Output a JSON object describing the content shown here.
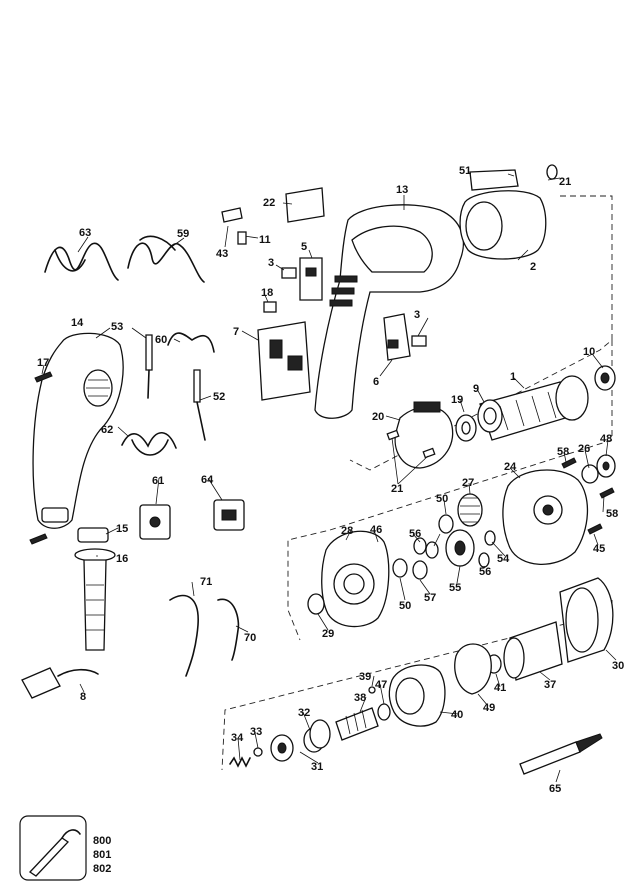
{
  "diagram": {
    "part_labels": [
      "1",
      "2",
      "3",
      "3",
      "5",
      "6",
      "7",
      "8",
      "9",
      "10",
      "11",
      "13",
      "14",
      "15",
      "16",
      "17",
      "18",
      "19",
      "20",
      "21",
      "21",
      "22",
      "24",
      "26",
      "27",
      "28",
      "29",
      "30",
      "31",
      "32",
      "33",
      "34",
      "37",
      "38",
      "39",
      "40",
      "41",
      "43",
      "45",
      "46",
      "47",
      "48",
      "49",
      "50",
      "50",
      "51",
      "52",
      "53",
      "54",
      "55",
      "56",
      "56",
      "57",
      "58",
      "58",
      "59",
      "60",
      "61",
      "62",
      "63",
      "64",
      "65",
      "70",
      "71"
    ],
    "kit_labels": [
      "800",
      "801",
      "802"
    ]
  }
}
